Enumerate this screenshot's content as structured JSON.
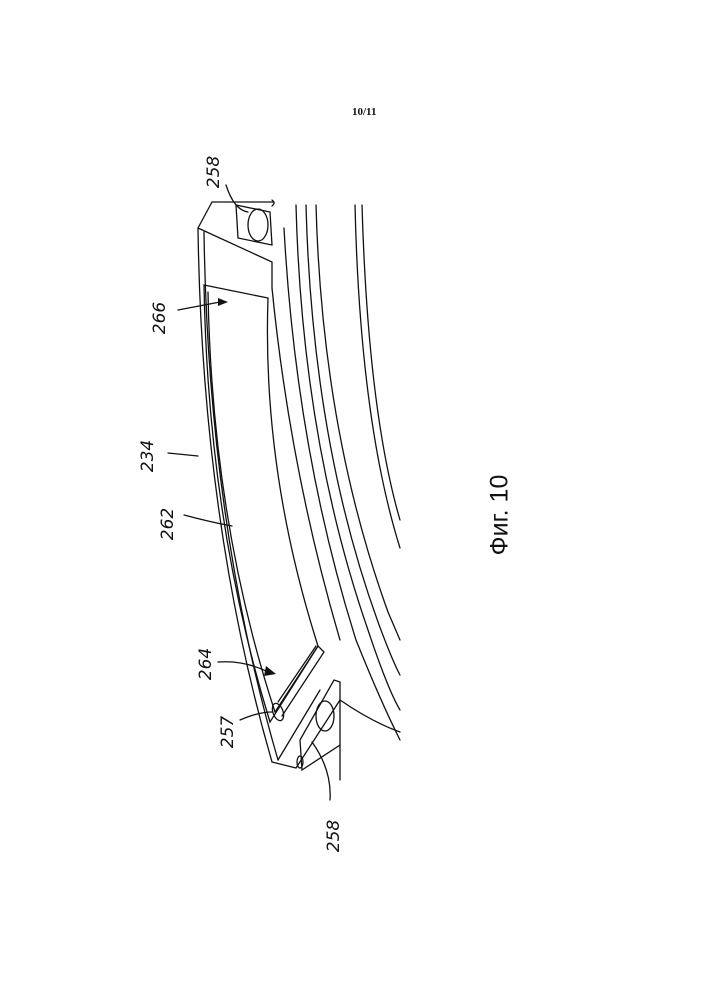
{
  "page": {
    "number": "10/11"
  },
  "figure": {
    "caption": "Фиг. 10",
    "labels": {
      "r258_top": "258",
      "r266": "266",
      "r234": "234",
      "r262": "262",
      "r264": "264",
      "r257": "257",
      "r258_bottom": "258"
    }
  }
}
